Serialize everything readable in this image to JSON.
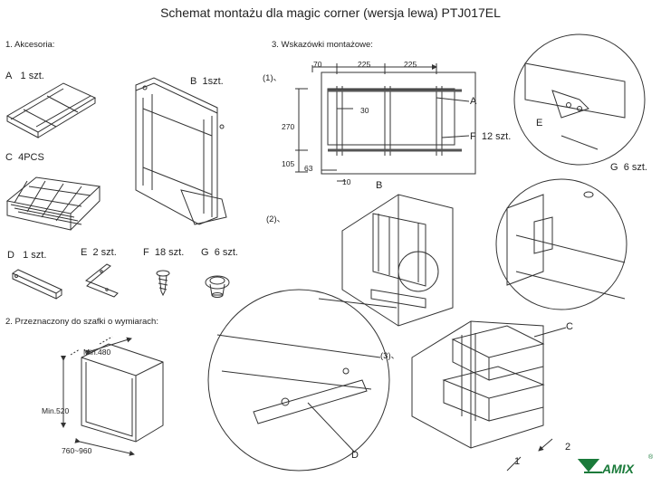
{
  "title": "Schemat montażu dla magic corner (wersja lewa) PTJ017EL",
  "sections": {
    "accessories": "1. Akcesoria:",
    "cabinet": "2. Przeznaczony do szafki o wymiarach:",
    "hints": "3. Wskazówki montażowe:"
  },
  "parts": {
    "A": {
      "letter": "A",
      "qty": "1 szt."
    },
    "B": {
      "letter": "B",
      "qty": "1szt."
    },
    "C": {
      "letter": "C",
      "qty": "4PCS"
    },
    "D": {
      "letter": "D",
      "qty": "1 szt."
    },
    "E": {
      "letter": "E",
      "qty": "2 szt."
    },
    "F": {
      "letter": "F",
      "qty": "18 szt."
    },
    "G": {
      "letter": "G",
      "qty": "6 szt."
    }
  },
  "cabinet_dims": {
    "depth": "Min.480",
    "height": "Min.520",
    "width": "760~960"
  },
  "steps": {
    "s1": "(1)、",
    "s2": "(2)、",
    "s3": "(3)、"
  },
  "plan_dims": {
    "d70": "70",
    "d225a": "225",
    "d225b": "225",
    "d30": "30",
    "d270": "270",
    "d105": "105",
    "d63": "63",
    "d10": "10"
  },
  "callouts": {
    "A": "A",
    "F": "F",
    "F_qty": "12 szt.",
    "B": "B",
    "E": "E",
    "G": "G",
    "G_qty": "6 szt.",
    "C": "C",
    "D": "D"
  },
  "arrows": {
    "a1": "1",
    "a2": "2"
  },
  "logo": {
    "text": "AMIX",
    "reg": "®"
  }
}
